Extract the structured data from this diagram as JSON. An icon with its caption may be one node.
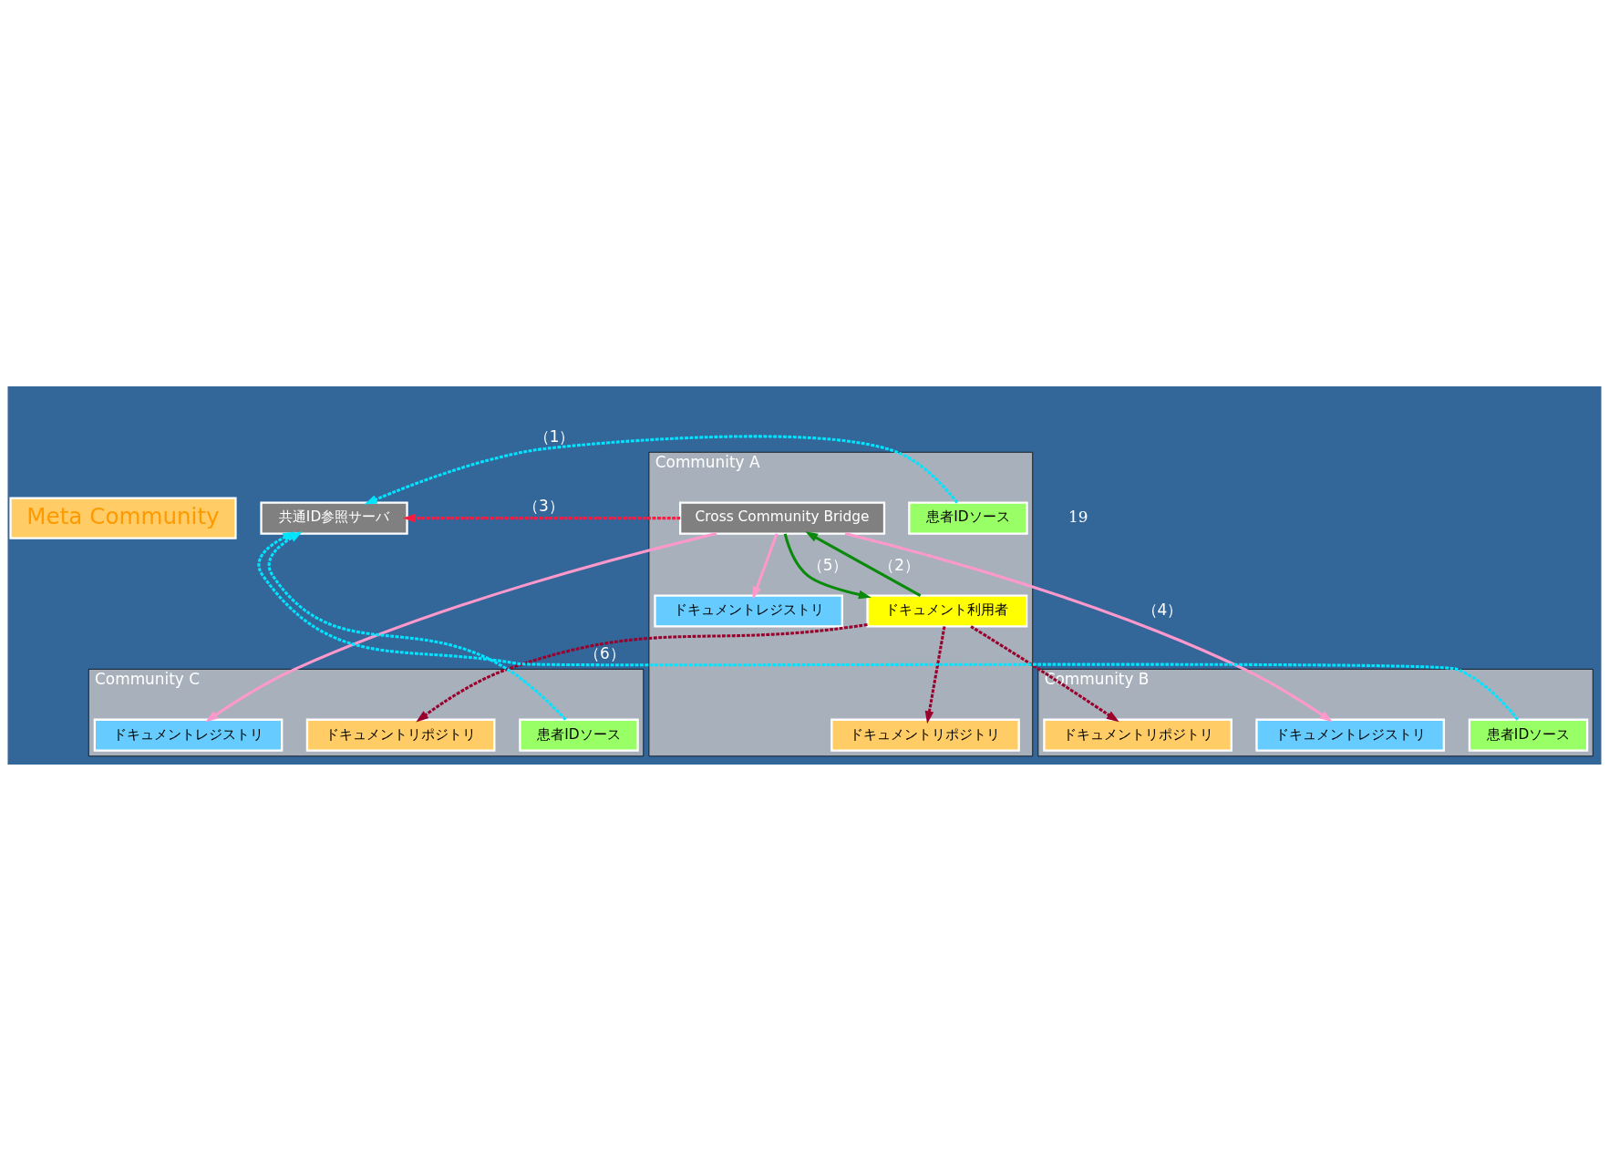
{
  "diagram": {
    "nodes": [
      {
        "text": [
          "Meta Community"
        ]
      },
      {
        "text": [
          "共通ID参照サーバ"
        ]
      },
      {
        "text": [
          "Community A"
        ]
      },
      {
        "text": [
          "患者IDソース"
        ],
        "in": 2
      },
      {
        "text": [
          "Cross Community Bridge"
        ],
        "in": 2
      },
      {
        "text": [
          "ドキュメントレジストリ"
        ],
        "in": 2
      },
      {
        "text": [
          "ドキュメントリポジトリ"
        ],
        "in": 2
      },
      {
        "text": [
          "ドキュメント利用者"
        ],
        "in": 2
      },
      {
        "text": [
          "Community B"
        ]
      },
      {
        "text": [
          "患者IDソース"
        ],
        "in": 8
      },
      {
        "text": [
          "ドキュメントレジストリ"
        ],
        "in": 8
      },
      {
        "text": [
          "ドキュメントリポジトリ"
        ],
        "in": 8
      },
      {
        "text": [
          "Community C"
        ]
      },
      {
        "text": [
          "患者IDソース"
        ],
        "in": 12
      },
      {
        "text": [
          "ドキュメントレジストリ"
        ],
        "in": 12
      },
      {
        "text": [
          "ドキュメントリポジトリ"
        ],
        "in": 12
      }
    ],
    "edges": [
      {
        "from": 3,
        "to": 1,
        "arrow": "to",
        "label": "（1）",
        "style": "dashed",
        "color": "#00e5ff"
      },
      {
        "from": 9,
        "to": 1,
        "arrow": "to",
        "style": "dashed",
        "color": "#00e5ff"
      },
      {
        "from": 13,
        "to": 1,
        "arrow": "to",
        "style": "dashed",
        "color": "#00e5ff"
      },
      {
        "from": 4,
        "to": 1,
        "arrow": "to",
        "label": "（3）",
        "style": "dashed",
        "color": "#ff1a40"
      },
      {
        "from": 7,
        "to": 4,
        "arrow": "to",
        "label": "（2）",
        "color": "#0a8a0a"
      },
      {
        "from": 4,
        "to": 7,
        "arrow": "to",
        "label": "（5）",
        "color": "#0a8a0a"
      },
      {
        "from": 4,
        "to": 5,
        "arrow": "to",
        "color": "#ff99cc"
      },
      {
        "from": 4,
        "to": 10,
        "arrow": "to",
        "label": "（4）",
        "color": "#ff99cc"
      },
      {
        "from": 4,
        "to": 14,
        "arrow": "to",
        "color": "#ff99cc"
      },
      {
        "from": 7,
        "to": 6,
        "arrow": "to",
        "style": "dashed",
        "color": "#99002b"
      },
      {
        "from": 7,
        "to": 11,
        "arrow": "to",
        "style": "dashed",
        "color": "#99002b"
      },
      {
        "from": 7,
        "to": 15,
        "arrow": "to",
        "label": "（6）",
        "style": "dashed",
        "color": "#99002b"
      }
    ],
    "labels": [
      "19"
    ]
  }
}
